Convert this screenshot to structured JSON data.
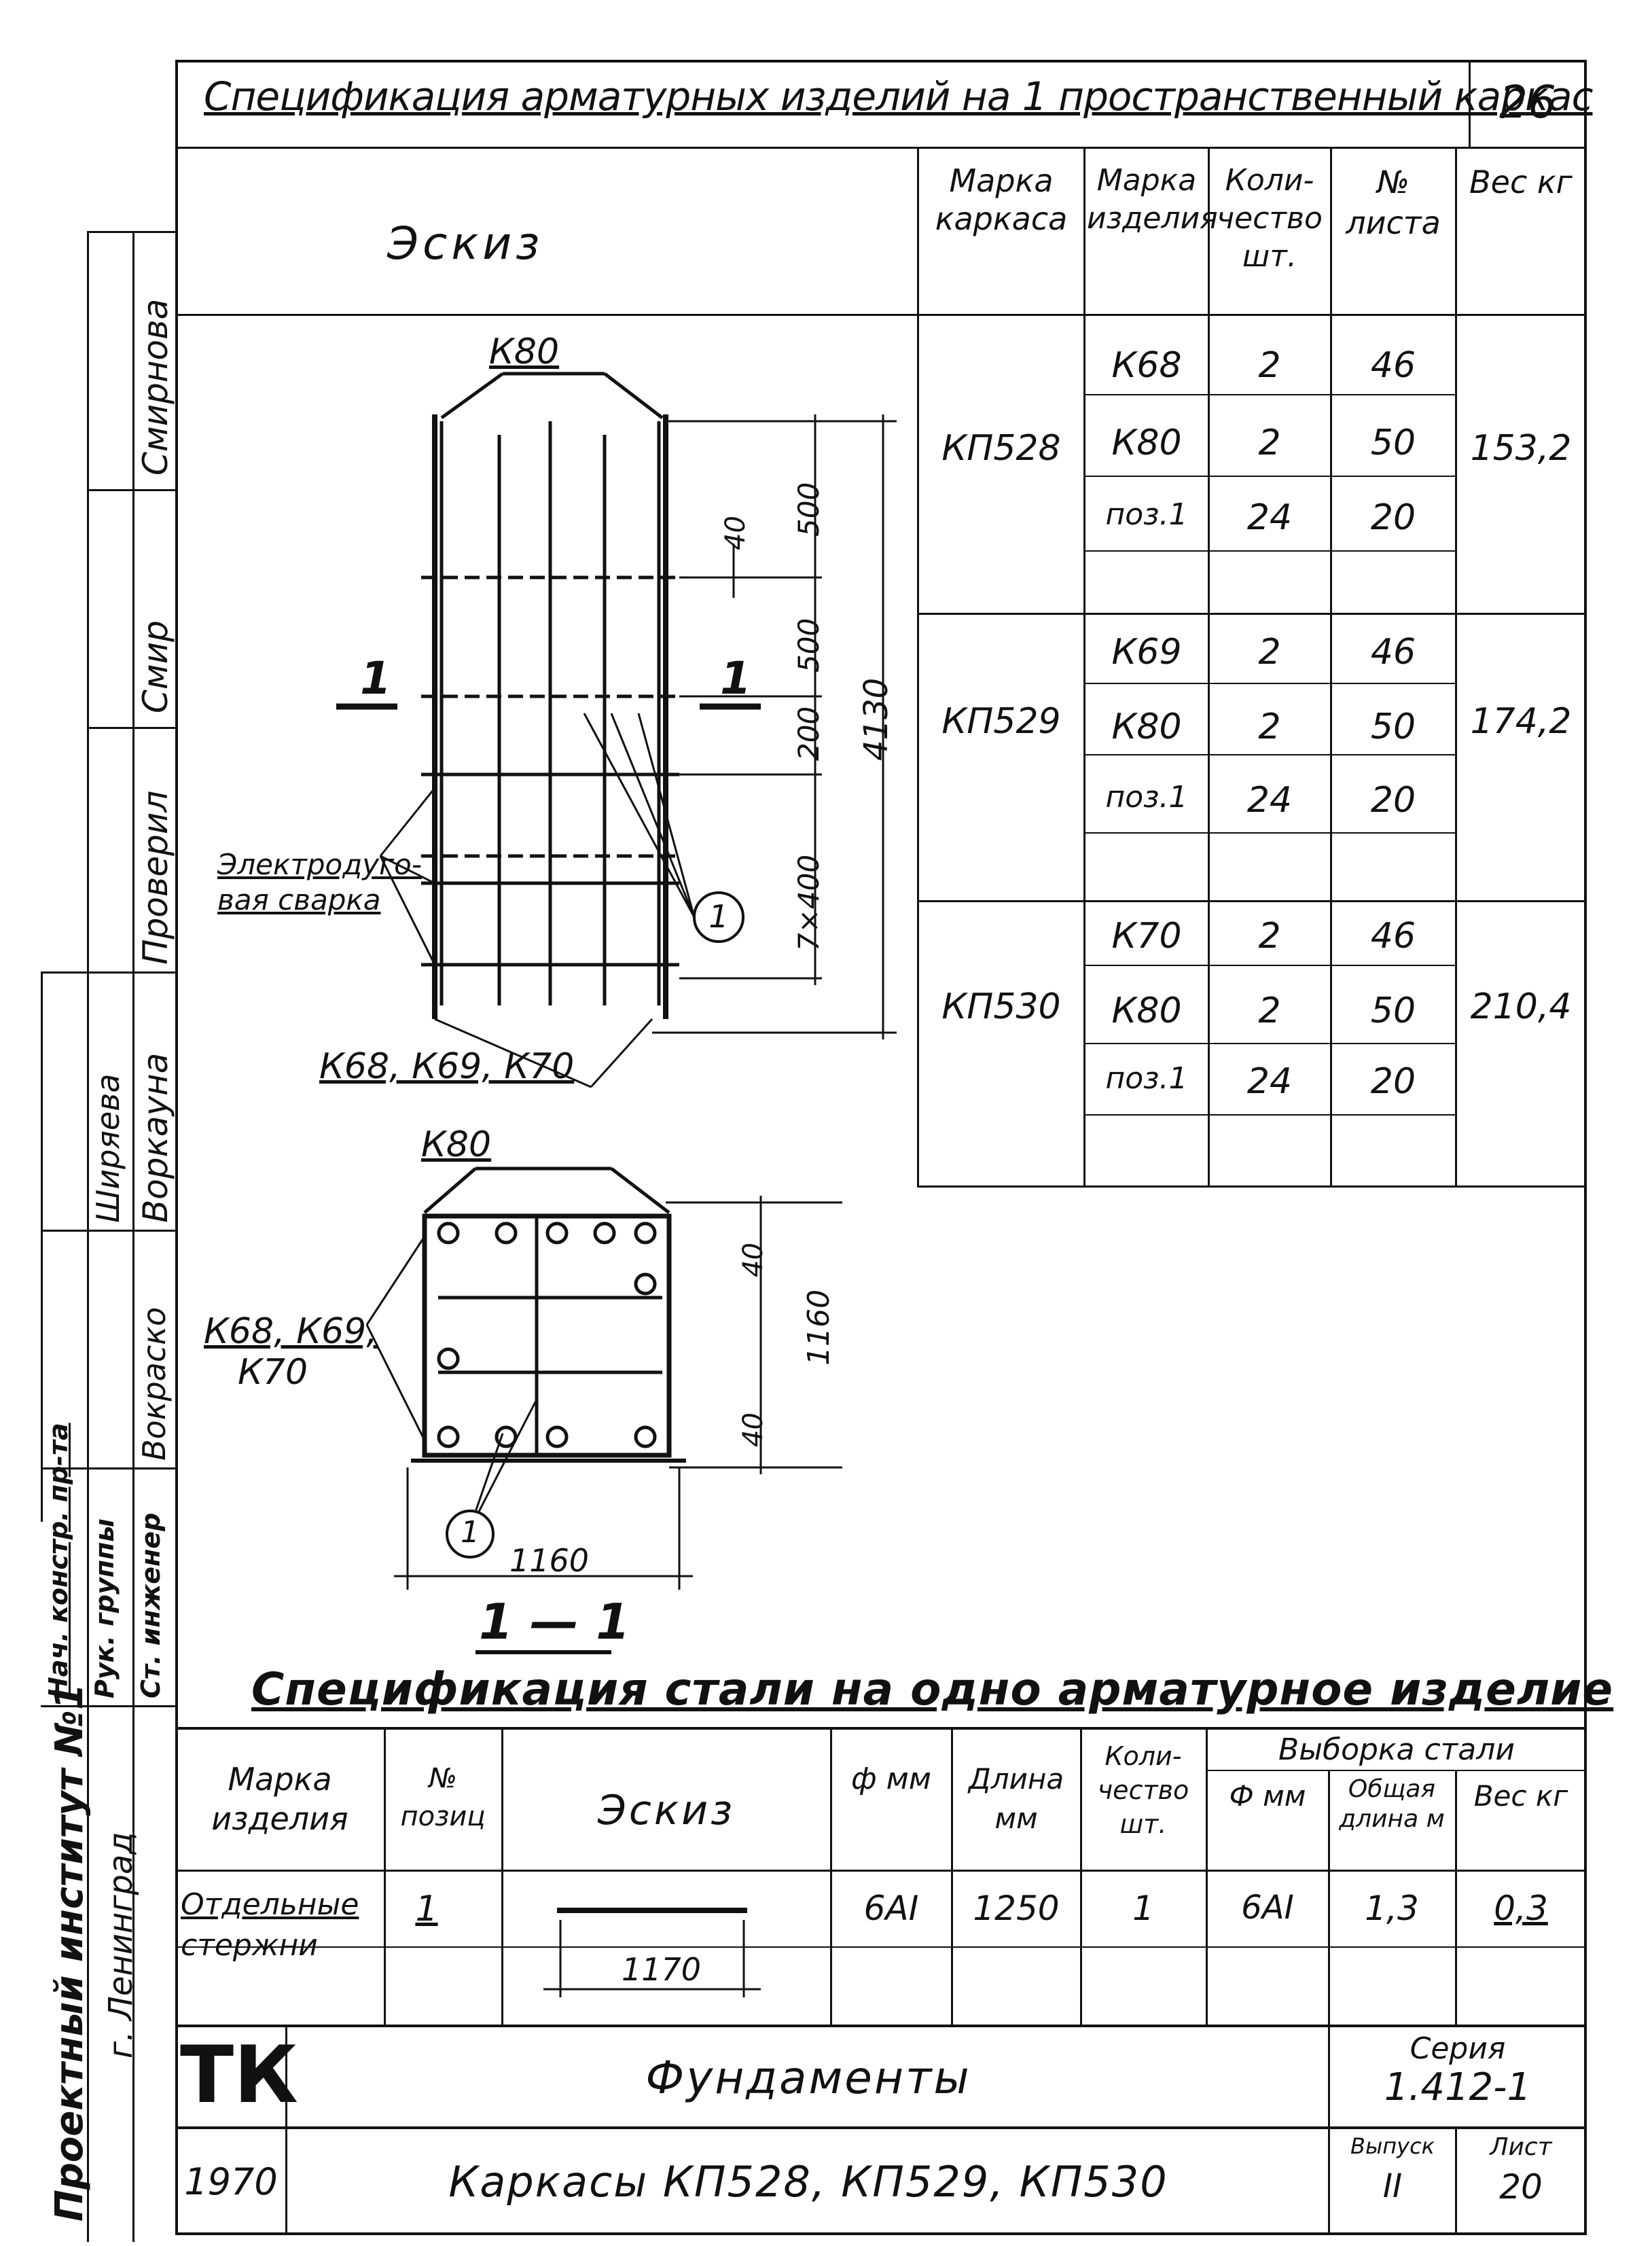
{
  "title": "Спецификация арматурных изделий на 1 пространственный каркас",
  "page_number": "26",
  "sketch_label": "Эскиз",
  "left_stamp": {
    "institute": "Проектный институт №1",
    "city": "г. Ленинград",
    "roles": [
      "Смирнова",
      "Смир",
      "Проверил",
      "Ширяева",
      "Воркауна",
      "Вокраско",
      "Нач. констр. пр-та",
      "Рук. группы",
      "Ст. инженер"
    ]
  },
  "spec_table": {
    "headers": [
      "Марка каркаса",
      "Марка изделия",
      "Коли-чество шт.",
      "№ листа",
      "Вес кг"
    ],
    "groups": [
      {
        "frame": "КП528",
        "weight": "153,2",
        "rows": [
          {
            "item": "К68",
            "qty": "2",
            "sheet": "46"
          },
          {
            "item": "К80",
            "qty": "2",
            "sheet": "50"
          },
          {
            "item": "поз.1",
            "qty": "24",
            "sheet": "20"
          }
        ]
      },
      {
        "frame": "КП529",
        "weight": "174,2",
        "rows": [
          {
            "item": "К69",
            "qty": "2",
            "sheet": "46"
          },
          {
            "item": "К80",
            "qty": "2",
            "sheet": "50"
          },
          {
            "item": "поз.1",
            "qty": "24",
            "sheet": "20"
          }
        ]
      },
      {
        "frame": "КП530",
        "weight": "210,4",
        "rows": [
          {
            "item": "К70",
            "qty": "2",
            "sheet": "46"
          },
          {
            "item": "К80",
            "qty": "2",
            "sheet": "50"
          },
          {
            "item": "поз.1",
            "qty": "24",
            "sheet": "20"
          }
        ]
      }
    ]
  },
  "drawing": {
    "k80_top": "К80",
    "k_sides": "К68, К69, К70",
    "weld_label_1": "Электродуго-",
    "weld_label_2": "вая сварка",
    "section_mark": "1",
    "pos_callout": "1",
    "dim_500a": "500",
    "dim_40": "40",
    "dim_500b": "500",
    "dim_200": "200",
    "dim_4130": "4130",
    "dim_7x400": "7×400",
    "sec_k80": "К80",
    "sec_k_sides_1": "К68, К69,",
    "sec_k_sides_2": "К70",
    "sec_dim_40a": "40",
    "sec_dim_1160v": "1160",
    "sec_dim_40b": "40",
    "sec_dim_1160h": "1160",
    "sec_caption": "1 — 1"
  },
  "steel_spec": {
    "title": "Спецификация стали на одно арматурное изделие",
    "headers": {
      "mark": "Марка изделия",
      "pos": "№ позиц",
      "sketch": "Эскиз",
      "dia": "ф мм",
      "length": "Длина мм",
      "qty": "Коли-чество шт.",
      "sample": "Выборка стали",
      "s_dia": "Ф мм",
      "s_total": "Общая длина м",
      "s_weight": "Вес кг"
    },
    "row": {
      "mark_1": "Отдельные",
      "mark_2": "стержни",
      "pos": "1",
      "sketch_dim": "1170",
      "dia": "6AI",
      "length": "1250",
      "qty": "1",
      "s_dia": "6AI",
      "s_total": "1,3",
      "s_weight": "0,3"
    }
  },
  "title_block": {
    "logo": "ТК",
    "year": "1970",
    "name": "Фундаменты",
    "subtitle": "Каркасы КП528, КП529, КП530",
    "series_label": "Серия",
    "series": "1.412-1",
    "issue_label": "Выпуск",
    "issue": "II",
    "sheet_label": "Лист",
    "sheet": "20"
  }
}
